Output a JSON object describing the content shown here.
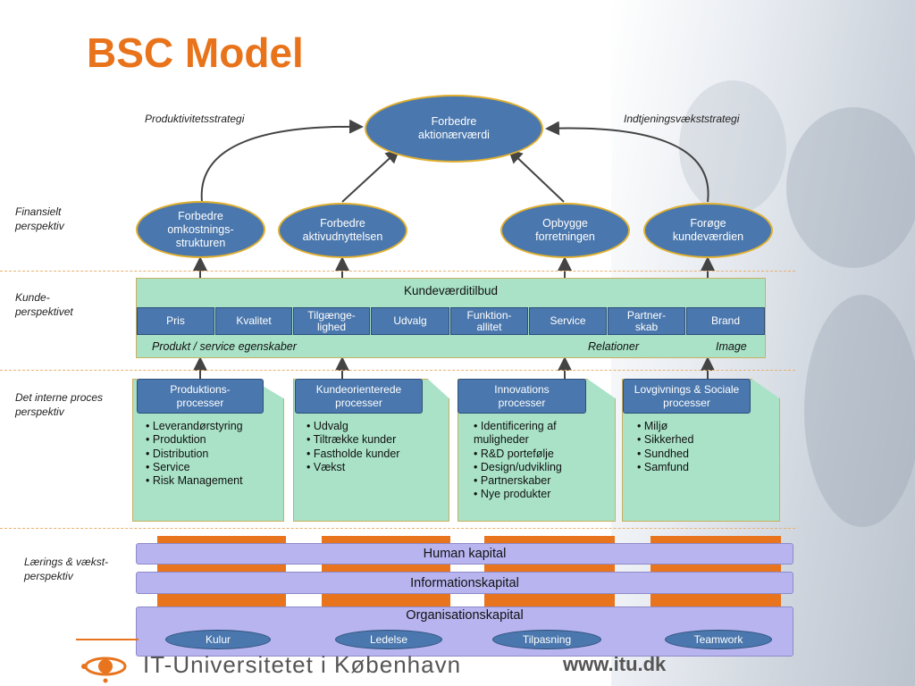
{
  "title": "BSC Model",
  "strategies": {
    "left": "Produktivitetsstrategi",
    "right": "Indtjeningsvækststrategi"
  },
  "top_goal": "Forbedre aktionærværdi",
  "perspectives": {
    "financial": "Finansielt perspektiv",
    "customer": "Kunde- perspektivet",
    "internal": "Det interne proces perspektiv",
    "learning": "Lærings & vækst- perspektiv"
  },
  "financial_goals": [
    "Forbedre omkostnings- strukturen",
    "Forbedre aktivudnyttelsen",
    "Opbygge forretningen",
    "Forøge kundeværdien"
  ],
  "customer": {
    "title": "Kundeværditilbud",
    "attributes": [
      "Pris",
      "Kvalitet",
      "Tilgænge- lighed",
      "Udvalg",
      "Funktion- allitet",
      "Service",
      "Partner- skab",
      "Brand"
    ],
    "groups": [
      "Produkt / service egenskaber",
      "Relationer",
      "Image"
    ]
  },
  "processes": [
    {
      "title": "Produktions- processer",
      "items": [
        "Leverandørstyring",
        "Produktion",
        "Distribution",
        "Service",
        "Risk Management"
      ]
    },
    {
      "title": "Kundeorienterede processer",
      "items": [
        "Udvalg",
        "Tiltrække kunder",
        "Fastholde kunder",
        "Vækst"
      ]
    },
    {
      "title": "Innovations processer",
      "items": [
        "Identificering af muligheder",
        "R&D portefølje",
        "Design/udvikling",
        "Partnerskaber",
        "Nye produkter"
      ]
    },
    {
      "title": "Lovgivnings & Sociale processer",
      "items": [
        "Miljø",
        "Sikkerhed",
        "Sundhed",
        "Samfund"
      ]
    }
  ],
  "learning": {
    "human": "Human kapital",
    "information": "Informationskapital",
    "organisation": "Organisationskapital",
    "elements": [
      "Kulur",
      "Ledelse",
      "Tilpasning",
      "Teamwork"
    ]
  },
  "footer": {
    "university": "IT-Universitetet i København",
    "url": "www.itu.dk"
  },
  "colors": {
    "title": "#e8731a",
    "blue": "#4a77ad",
    "green": "#a9e2c7",
    "purple": "#b7b4ef",
    "orange": "#e8741e",
    "outline": "#e0b030"
  }
}
